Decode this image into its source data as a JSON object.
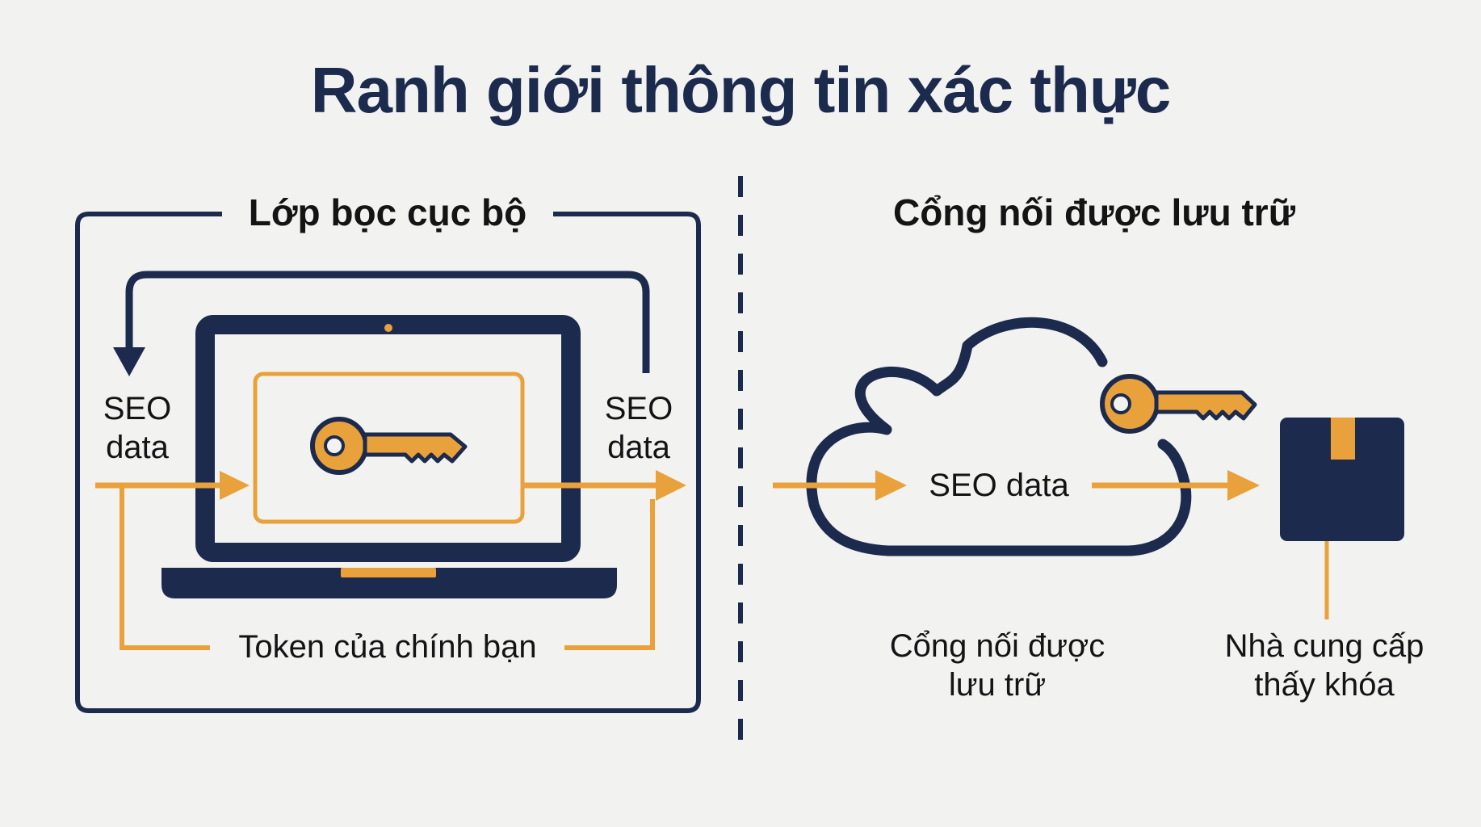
{
  "title": "Ranh giới thông tin xác thực",
  "local": {
    "heading": "Lớp bọc cục bộ",
    "input_label": [
      "SEO",
      "data"
    ],
    "output_label": [
      "SEO",
      "data"
    ],
    "token_label": "Token của chính bạn"
  },
  "hosted": {
    "heading": "Cổng nối được lưu trữ",
    "flow_label": "SEO data",
    "gateway_caption": [
      "Cổng nối được",
      "lưu trữ"
    ],
    "provider_caption": [
      "Nhà cung cấp",
      "thấy khóa"
    ]
  },
  "colors": {
    "navy": "#1c2b4d",
    "orange": "#e9a23b",
    "background": "#f2f2f1"
  },
  "icons": [
    "laptop-icon",
    "key-icon",
    "cloud-icon",
    "package-icon",
    "loop-arrow-icon"
  ]
}
